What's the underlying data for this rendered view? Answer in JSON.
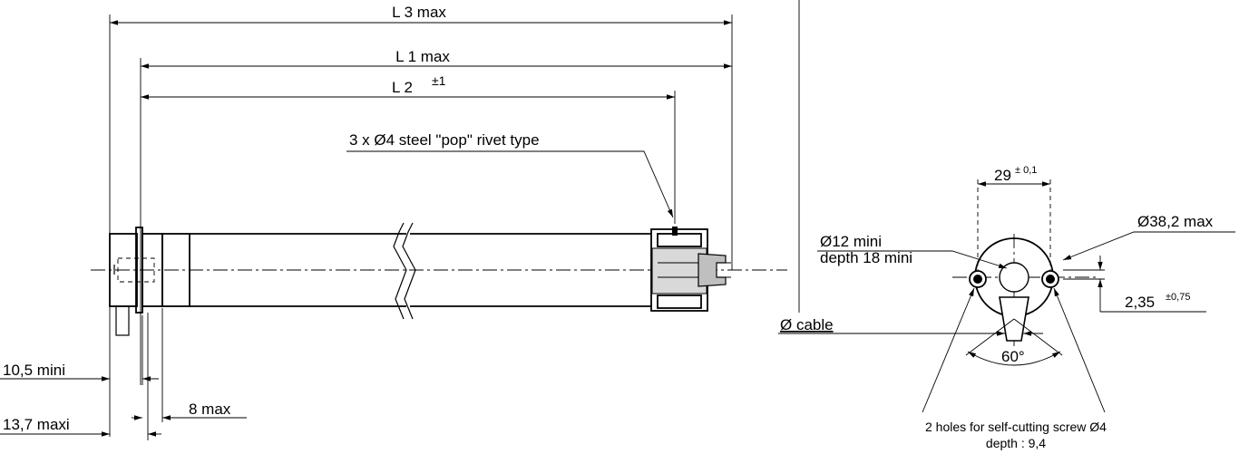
{
  "colors": {
    "line": "#000000",
    "background": "#ffffff",
    "fill_light": "#d9d9d9",
    "fill_mid": "#bfbfbf"
  },
  "side_view": {
    "dim_l3": "L 3  max",
    "dim_l1": "L 1 max",
    "dim_l2": "L 2",
    "dim_l2_tol": "±1",
    "rivet_note": "3 x Ø4 steel \"pop\" rivet type",
    "dim_10_5": "10,5 mini",
    "dim_8": "8 max",
    "dim_13_7": "13,7 maxi"
  },
  "end_view": {
    "dim_29": "29",
    "dim_29_tol": "± 0,1",
    "dim_38_2": "Ø38,2 max",
    "dim_12": "Ø12 mini",
    "dim_depth18": "depth 18 mini",
    "dim_2_35": "2,35",
    "dim_2_35_tol": "±0,75",
    "cable": "Ø cable",
    "angle": "60°",
    "holes_note_1": "2 holes for self-cutting screw Ø4",
    "holes_note_2": "depth : 9,4"
  }
}
